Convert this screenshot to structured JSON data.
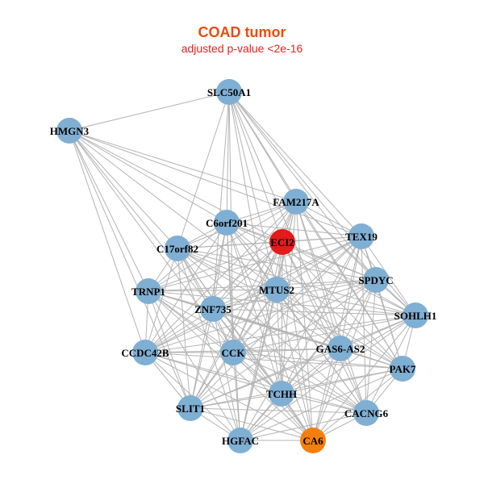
{
  "title": "COAD tumor",
  "subtitle": "adjusted p-value <2e-16",
  "colors": {
    "default_node": "#7fafd3",
    "highlight_red": "#e21b1b",
    "highlight_orange": "#f57f0e",
    "edge": "#b4b4b4"
  },
  "nodes": [
    {
      "id": "SLC50A1",
      "label": "SLC50A1",
      "color": "default_node"
    },
    {
      "id": "HMGN3",
      "label": "HMGN3",
      "color": "default_node"
    },
    {
      "id": "FAM217A",
      "label": "FAM217A",
      "color": "default_node"
    },
    {
      "id": "C6orf201",
      "label": "C6orf201",
      "color": "default_node"
    },
    {
      "id": "TEX19",
      "label": "TEX19",
      "color": "default_node"
    },
    {
      "id": "ECI2",
      "label": "ECI2",
      "color": "highlight_red"
    },
    {
      "id": "C17orf82",
      "label": "C17orf82",
      "color": "default_node"
    },
    {
      "id": "SPDYC",
      "label": "SPDYC",
      "color": "default_node"
    },
    {
      "id": "TRNP1",
      "label": "TRNP1",
      "color": "default_node"
    },
    {
      "id": "MTUS2",
      "label": "MTUS2",
      "color": "default_node"
    },
    {
      "id": "ZNF735",
      "label": "ZNF735",
      "color": "default_node"
    },
    {
      "id": "SOHLH1",
      "label": "SOHLH1",
      "color": "default_node"
    },
    {
      "id": "CCDC42B",
      "label": "CCDC42B",
      "color": "default_node"
    },
    {
      "id": "CCK",
      "label": "CCK",
      "color": "default_node"
    },
    {
      "id": "GAS6-AS2",
      "label": "GAS6-AS2",
      "color": "default_node"
    },
    {
      "id": "PAK7",
      "label": "PAK7",
      "color": "default_node"
    },
    {
      "id": "TCHH",
      "label": "TCHH",
      "color": "default_node"
    },
    {
      "id": "SLIT1",
      "label": "SLIT1",
      "color": "default_node"
    },
    {
      "id": "CACNG6",
      "label": "CACNG6",
      "color": "default_node"
    },
    {
      "id": "HGFAC",
      "label": "HGFAC",
      "color": "default_node"
    },
    {
      "id": "CA6",
      "label": "CA6",
      "color": "highlight_orange"
    }
  ],
  "sparse_links": {
    "SLC50A1": [
      "HMGN3",
      "FAM217A",
      "C6orf201",
      "TEX19",
      "ECI2",
      "C17orf82",
      "SPDYC",
      "MTUS2",
      "ZNF735",
      "SOHLH1",
      "CCK",
      "GAS6-AS2",
      "TCHH",
      "PAK7"
    ],
    "HMGN3": [
      "SLC50A1",
      "FAM217A",
      "C6orf201",
      "ECI2",
      "C17orf82",
      "TRNP1",
      "MTUS2",
      "ZNF735",
      "CCDC42B",
      "CCK",
      "SLIT1",
      "TEX19"
    ]
  }
}
